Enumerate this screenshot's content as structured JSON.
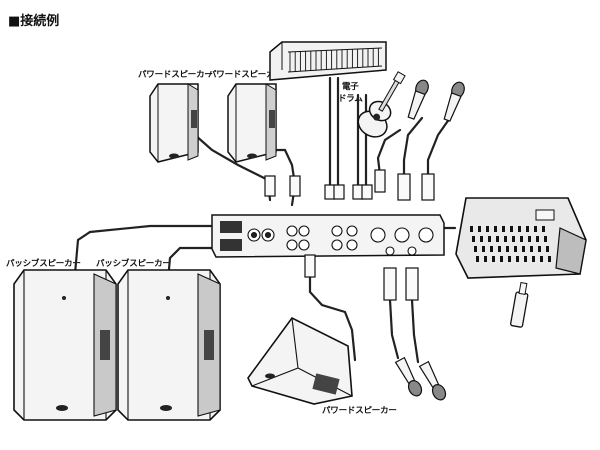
{
  "title": "■接続例",
  "labels": {
    "powered_speaker_left": "パワードスピーカー",
    "powered_speaker_right": "パワードスピーカー",
    "keyboard": "",
    "drum_line1": "電子",
    "drum_line2": "ドラム",
    "passive_left": "パッシブスピーカー",
    "passive_right": "パッシブスピーカー",
    "monitor": "パワードスピーカー"
  }
}
